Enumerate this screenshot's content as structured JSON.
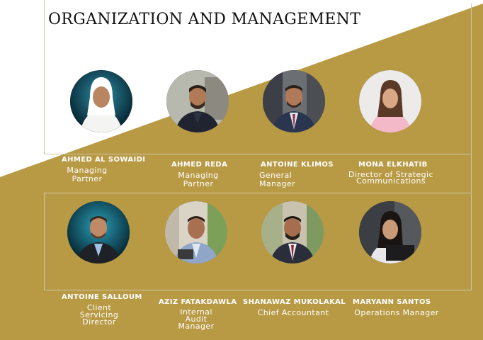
{
  "page": {
    "title": "ORGANIZATION AND MANAGEMENT"
  },
  "colors": {
    "gold": "#b89a45",
    "white": "#ffffff",
    "title": "#111111"
  },
  "people": [
    {
      "name": "AHMED AL SOWAIDI",
      "role": "Managing Partner"
    },
    {
      "name": "AHMED  REDA",
      "role": "Managing Partner"
    },
    {
      "name": "ANTOINE  KLIMOS",
      "role": "General Manager"
    },
    {
      "name": "MONA ELKHATIB",
      "role": "Director of Strategic Communications"
    },
    {
      "name": "ANTOINE SALLOUM",
      "role": "Client Servicing Director"
    },
    {
      "name": "AZIZ FATAKDAWLA",
      "role": "Internal Audit Manager"
    },
    {
      "name": "SHANAWAZ  MUKOLAKAL",
      "role": "Chief Accountant"
    },
    {
      "name": "MARYANN SANTOS",
      "role": "Operations Manager"
    }
  ]
}
